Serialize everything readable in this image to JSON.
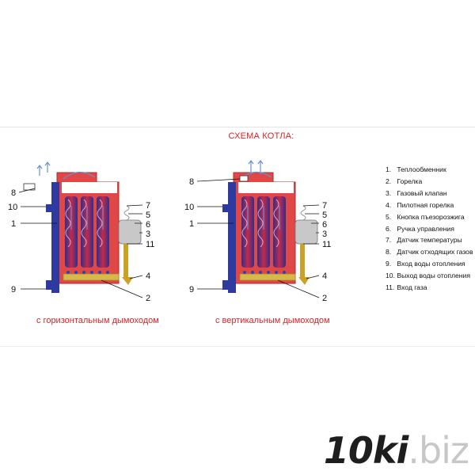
{
  "title": "СХЕМА КОТЛА:",
  "panels": [
    {
      "id": "horizontal",
      "caption": "с  горизонтальным дымоходом",
      "callouts": {
        "left": [
          "8",
          "10",
          "1",
          "9"
        ],
        "right": [
          "7",
          "5",
          "6",
          "3",
          "11",
          "4",
          "2"
        ]
      }
    },
    {
      "id": "vertical",
      "caption": "с вертикальным дымоходом",
      "callouts": {
        "left": [
          "8",
          "10",
          "1",
          "9"
        ],
        "right": [
          "7",
          "5",
          "6",
          "3",
          "11",
          "4",
          "2"
        ]
      }
    }
  ],
  "legend": [
    {
      "num": "1.",
      "text": "Теплообменник"
    },
    {
      "num": "2.",
      "text": "Горелка"
    },
    {
      "num": "3.",
      "text": "Газовый клапан"
    },
    {
      "num": "4.",
      "text": "Пилотная горелка"
    },
    {
      "num": "5.",
      "text": "Кнопка пъезорозжига"
    },
    {
      "num": "6.",
      "text": "Ручка управления"
    },
    {
      "num": "7.",
      "text": "Датчик температуры"
    },
    {
      "num": "8.",
      "text": "Датчик отходящих газов"
    },
    {
      "num": "9.",
      "text": "Вход воды отопления"
    },
    {
      "num": "10.",
      "text": "Выход воды отопления"
    },
    {
      "num": "11.",
      "text": "Вход газа"
    }
  ],
  "watermark": {
    "main": "10ki",
    "tld": ".biz"
  },
  "colors": {
    "accent": "#d8232a",
    "casing": "#d63a3a",
    "exchanger": "#3b3ea8",
    "flue_arrow": "#6b8fd6",
    "gas_pipe": "#c9a227",
    "valve": "#8a8a8a"
  }
}
